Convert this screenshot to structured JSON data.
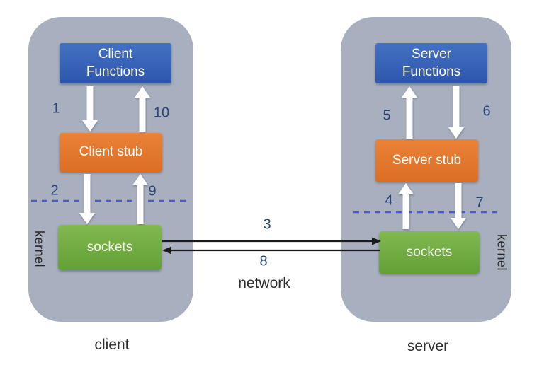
{
  "client": {
    "label": "client",
    "kernel_label": "kernel",
    "functions_line1": "Client",
    "functions_line2": "Functions",
    "stub_label": "Client stub",
    "sockets_label": "sockets",
    "step_call": "1",
    "step_return": "10",
    "step_to_kernel": "2",
    "step_from_kernel": "9"
  },
  "server": {
    "label": "server",
    "kernel_label": "kernel",
    "functions_line1": "Server",
    "functions_line2": "Functions",
    "stub_label": "Server stub",
    "sockets_label": "sockets",
    "step_up_to_functions": "5",
    "step_down_from_functions": "6",
    "step_up_from_sockets": "4",
    "step_down_to_sockets": "7"
  },
  "network": {
    "label": "network",
    "request_step": "3",
    "reply_step": "8"
  },
  "colors": {
    "panel": "#a8afbf",
    "functions_box": "#3561b5",
    "stub_box": "#e2752e",
    "sockets_box": "#6ba83d",
    "step_number": "#2b4578",
    "kernel_divider": "#4a5cbd",
    "network_arrow": "#1a1a1a",
    "flow_arrow": "#ffffff"
  }
}
